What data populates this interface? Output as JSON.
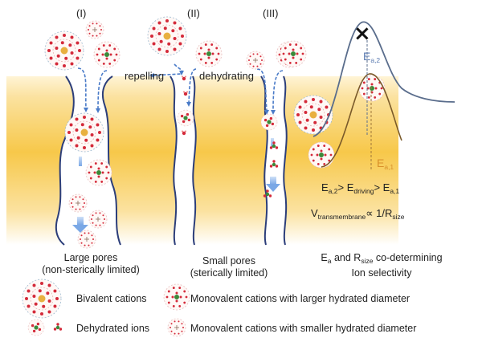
{
  "panels": [
    {
      "id": "I",
      "label": "(I)",
      "caption_line1": "Large pores",
      "caption_line2": "(non-sterically limited)"
    },
    {
      "id": "II",
      "label": "(II)",
      "caption_line1": "Small pores",
      "caption_line2": "(sterically limited)"
    },
    {
      "id": "III",
      "label": "(III)"
    }
  ],
  "annotations": {
    "repelling": "repelling",
    "dehydrating": "dehydrating"
  },
  "energy_panel": {
    "barrier_high": {
      "main": "E",
      "sub": "a,2"
    },
    "barrier_low": {
      "main": "E",
      "sub": "a,1"
    },
    "inequality": {
      "a": "E",
      "a_sub": "a,2",
      "op1": ">",
      "b": "E",
      "b_sub": "driving",
      "op2": ">",
      "c": "E",
      "c_sub": "a,1"
    },
    "proportionality": {
      "v": "V",
      "v_sub": "transmembrane",
      "op": "∝",
      "rhs": "1/R",
      "rhs_sub": "size"
    },
    "caption_line1_pre": "E",
    "caption_line1_sub": "a",
    "caption_line1_mid": " and R",
    "caption_line1_sub2": "size",
    "caption_line1_post": " co-determining",
    "caption_line2": "Ion selectivity",
    "blocked_mark": "×"
  },
  "legend": [
    {
      "icon": "bivalent-cation-icon",
      "label": "Bivalent cations"
    },
    {
      "icon": "monovalent-large-icon",
      "label": "Monovalent cations with larger hydrated diameter"
    },
    {
      "icon": "dehydrated-ion-icon",
      "label": "Dehydrated ions"
    },
    {
      "icon": "monovalent-small-icon",
      "label": "Monovalent cations with smaller hydrated diameter"
    }
  ],
  "colors": {
    "membrane": "#f7c84a",
    "pore_wall": "#2c3e7a",
    "arrow": "#4a7bc8",
    "curve_high": "#5a6d8c",
    "curve_low": "#7a5a2a",
    "water": "#d42a3a",
    "bivalent_core": "#e8b040",
    "monovalent_core": "#3a8a3a",
    "ea2_text": "#5a7ab0",
    "ea1_text": "#d8902a"
  }
}
